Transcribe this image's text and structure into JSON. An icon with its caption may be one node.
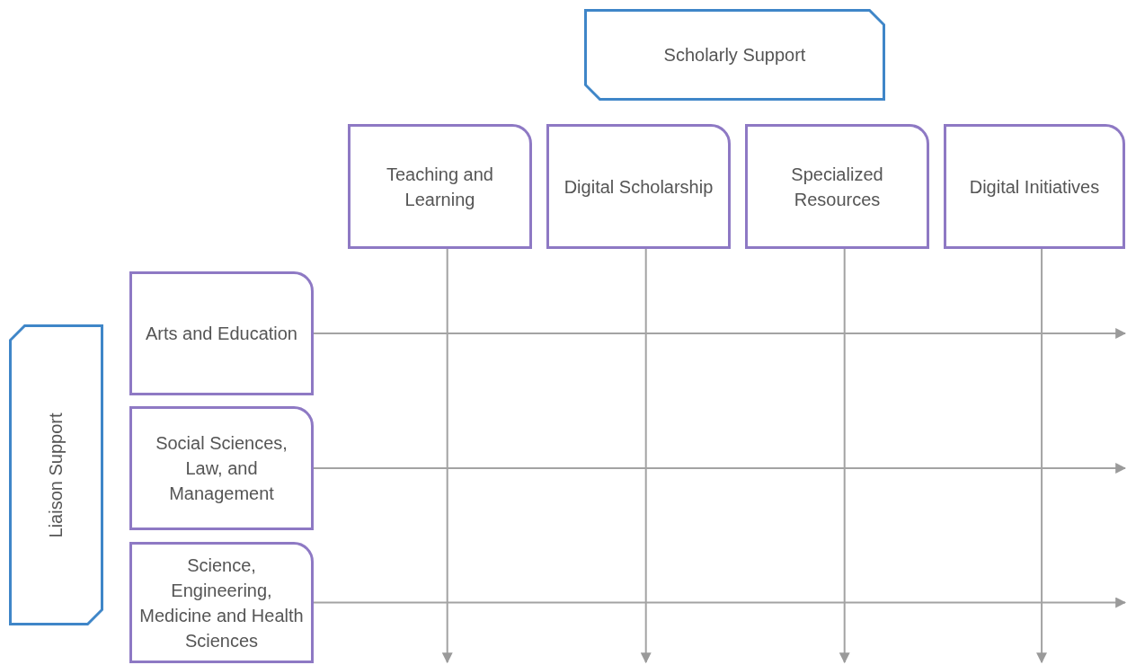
{
  "diagram": {
    "nodes": [
      {
        "text": [
          "Scholarly Support"
        ]
      },
      {
        "text": [
          "Teaching and Learning"
        ]
      },
      {
        "text": [
          "Digital Scholarship"
        ]
      },
      {
        "text": [
          "Specialized Resources"
        ]
      },
      {
        "text": [
          "Digital Initiatives"
        ]
      },
      {
        "text": [
          "Liaison Support"
        ]
      },
      {
        "text": [
          "Arts and Education"
        ]
      },
      {
        "text": [
          "Social Sciences, Law, and Management"
        ]
      },
      {
        "text": [
          "Science, Engineering, Medicine and Health Sciences"
        ]
      }
    ],
    "edges": [
      {
        "from": 1,
        "to": null,
        "arrow": "to"
      },
      {
        "from": 2,
        "to": null,
        "arrow": "to"
      },
      {
        "from": 3,
        "to": null,
        "arrow": "to"
      },
      {
        "from": 4,
        "to": null,
        "arrow": "to"
      },
      {
        "from": 6,
        "to": null,
        "arrow": "to"
      },
      {
        "from": 7,
        "to": null,
        "arrow": "to"
      },
      {
        "from": 8,
        "to": null,
        "arrow": "to"
      }
    ]
  }
}
